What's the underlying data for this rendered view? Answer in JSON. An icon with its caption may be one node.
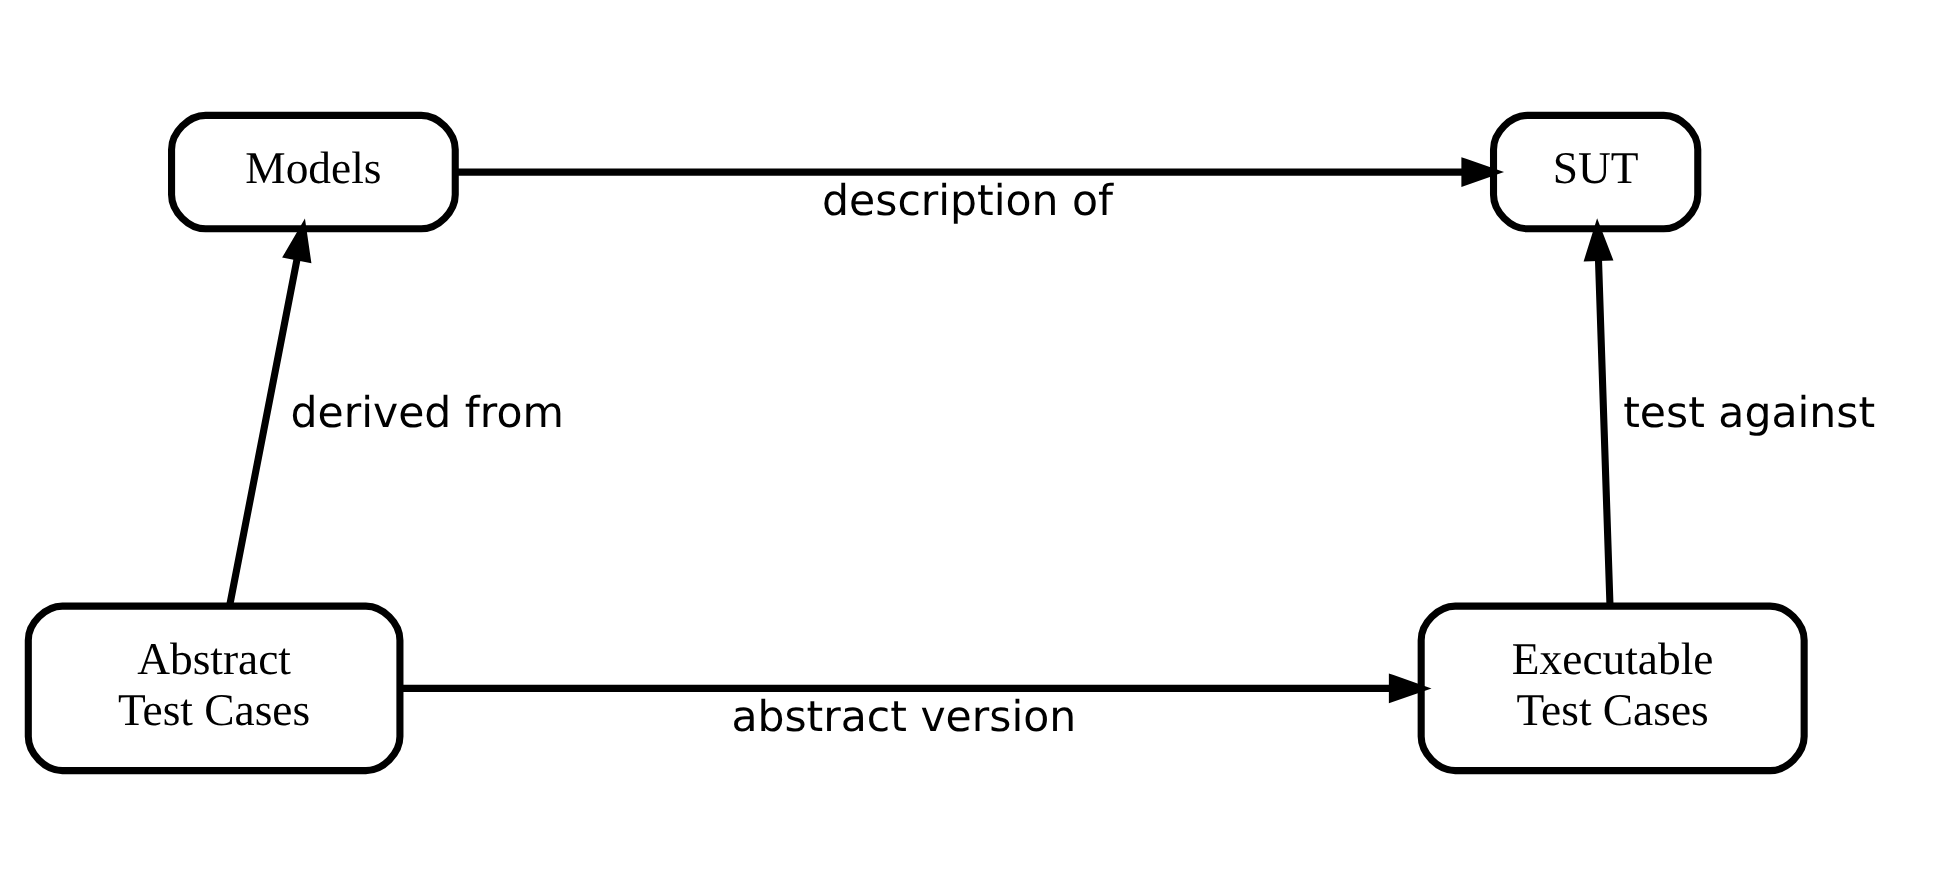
{
  "diagram": {
    "nodes": [
      {
        "text": [
          "Models"
        ]
      },
      {
        "text": [
          "SUT"
        ]
      },
      {
        "text": [
          "Abstract Test Cases"
        ]
      },
      {
        "text": [
          "Executable Test Cases"
        ]
      }
    ],
    "edges": [
      {
        "from": 0,
        "to": 1,
        "arrow": "to",
        "label": "description of"
      },
      {
        "from": 2,
        "to": 0,
        "arrow": "to",
        "label": "derived from"
      },
      {
        "from": 3,
        "to": 1,
        "arrow": "to",
        "label": "test against"
      },
      {
        "from": 2,
        "to": 3,
        "arrow": "to",
        "label": "abstract version"
      }
    ]
  }
}
